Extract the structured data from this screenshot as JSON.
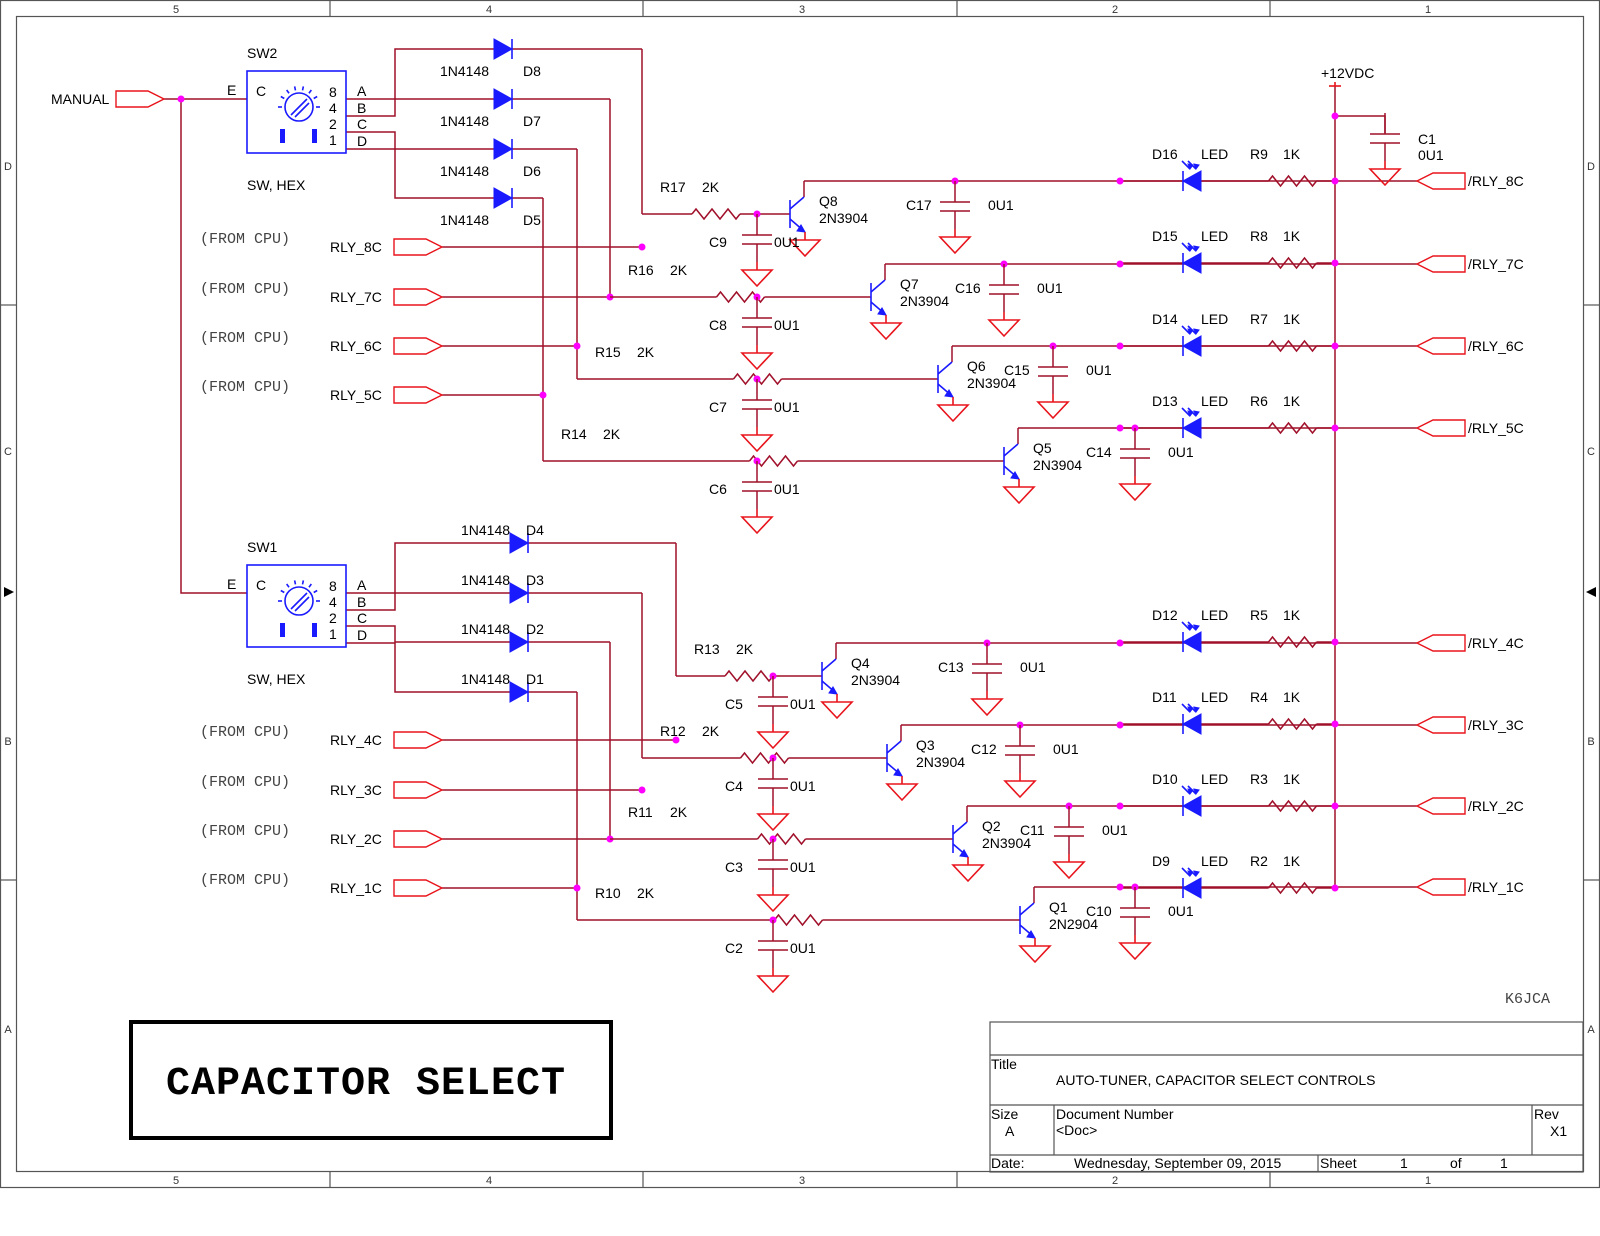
{
  "frame": {
    "col_labels": [
      "5",
      "4",
      "3",
      "2",
      "1"
    ],
    "row_labels": [
      "D",
      "C",
      "B",
      "A"
    ]
  },
  "inputs": {
    "manual": "MANUAL",
    "from_cpu": "(FROM CPU)",
    "rly": [
      "RLY_8C",
      "RLY_7C",
      "RLY_6C",
      "RLY_5C",
      "RLY_4C",
      "RLY_3C",
      "RLY_2C",
      "RLY_1C"
    ]
  },
  "outputs": [
    "/RLY_8C",
    "/RLY_7C",
    "/RLY_6C",
    "/RLY_5C",
    "/RLY_4C",
    "/RLY_3C",
    "/RLY_2C",
    "/RLY_1C"
  ],
  "power": {
    "label": "+12VDC",
    "cap_ref": "C1",
    "cap_val": "0U1"
  },
  "switches": [
    {
      "ref": "SW2",
      "type": "SW, HEX",
      "common": "E",
      "c": "C",
      "pins": [
        "A",
        "B",
        "C",
        "D"
      ],
      "weights": [
        "8",
        "4",
        "2",
        "1"
      ]
    },
    {
      "ref": "SW1",
      "type": "SW, HEX",
      "common": "E",
      "c": "C",
      "pins": [
        "A",
        "B",
        "C",
        "D"
      ],
      "weights": [
        "8",
        "4",
        "2",
        "1"
      ]
    }
  ],
  "diodes": [
    {
      "ref": "D8",
      "part": "1N4148"
    },
    {
      "ref": "D7",
      "part": "1N4148"
    },
    {
      "ref": "D6",
      "part": "1N4148"
    },
    {
      "ref": "D5",
      "part": "1N4148"
    },
    {
      "ref": "D4",
      "part": "1N4148"
    },
    {
      "ref": "D3",
      "part": "1N4148"
    },
    {
      "ref": "D2",
      "part": "1N4148"
    },
    {
      "ref": "D1",
      "part": "1N4148"
    }
  ],
  "channels": [
    {
      "r": "R17",
      "rv": "2K",
      "cb": "C9",
      "cbv": "0U1",
      "q": "Q8",
      "qp": "2N3904",
      "cc": "C17",
      "ccv": "0U1",
      "led": "D16",
      "lv": "LED",
      "rl": "R9",
      "rlv": "1K"
    },
    {
      "r": "R16",
      "rv": "2K",
      "cb": "C8",
      "cbv": "0U1",
      "q": "Q7",
      "qp": "2N3904",
      "cc": "C16",
      "ccv": "0U1",
      "led": "D15",
      "lv": "LED",
      "rl": "R8",
      "rlv": "1K"
    },
    {
      "r": "R15",
      "rv": "2K",
      "cb": "C7",
      "cbv": "0U1",
      "q": "Q6",
      "qp": "2N3904",
      "cc": "C15",
      "ccv": "0U1",
      "led": "D14",
      "lv": "LED",
      "rl": "R7",
      "rlv": "1K"
    },
    {
      "r": "R14",
      "rv": "2K",
      "cb": "C6",
      "cbv": "0U1",
      "q": "Q5",
      "qp": "2N3904",
      "cc": "C14",
      "ccv": "0U1",
      "led": "D13",
      "lv": "LED",
      "rl": "R6",
      "rlv": "1K"
    },
    {
      "r": "R13",
      "rv": "2K",
      "cb": "C5",
      "cbv": "0U1",
      "q": "Q4",
      "qp": "2N3904",
      "cc": "C13",
      "ccv": "0U1",
      "led": "D12",
      "lv": "LED",
      "rl": "R5",
      "rlv": "1K"
    },
    {
      "r": "R12",
      "rv": "2K",
      "cb": "C4",
      "cbv": "0U1",
      "q": "Q3",
      "qp": "2N3904",
      "cc": "C12",
      "ccv": "0U1",
      "led": "D11",
      "lv": "LED",
      "rl": "R4",
      "rlv": "1K"
    },
    {
      "r": "R11",
      "rv": "2K",
      "cb": "C3",
      "cbv": "0U1",
      "q": "Q2",
      "qp": "2N3904",
      "cc": "C11",
      "ccv": "0U1",
      "led": "D10",
      "lv": "LED",
      "rl": "R3",
      "rlv": "1K"
    },
    {
      "r": "R10",
      "rv": "2K",
      "cb": "C2",
      "cbv": "0U1",
      "q": "Q1",
      "qp": "2N2904",
      "cc": "C10",
      "ccv": "0U1",
      "led": "D9",
      "lv": "LED",
      "rl": "R2",
      "rlv": "1K"
    }
  ],
  "callsign": "K6JCA",
  "banner": "CAPACITOR SELECT",
  "title_block": {
    "title_label": "Title",
    "title": "AUTO-TUNER, CAPACITOR SELECT CONTROLS",
    "size_label": "Size",
    "size": "A",
    "docnum_label": "Document Number",
    "docnum": "<Doc>",
    "rev_label": "Rev",
    "rev": "X1",
    "date_label": "Date:",
    "date": "Wednesday, September 09, 2015",
    "sheet_label": "Sheet",
    "sheet": "1",
    "of_label": "of",
    "of": "1"
  }
}
